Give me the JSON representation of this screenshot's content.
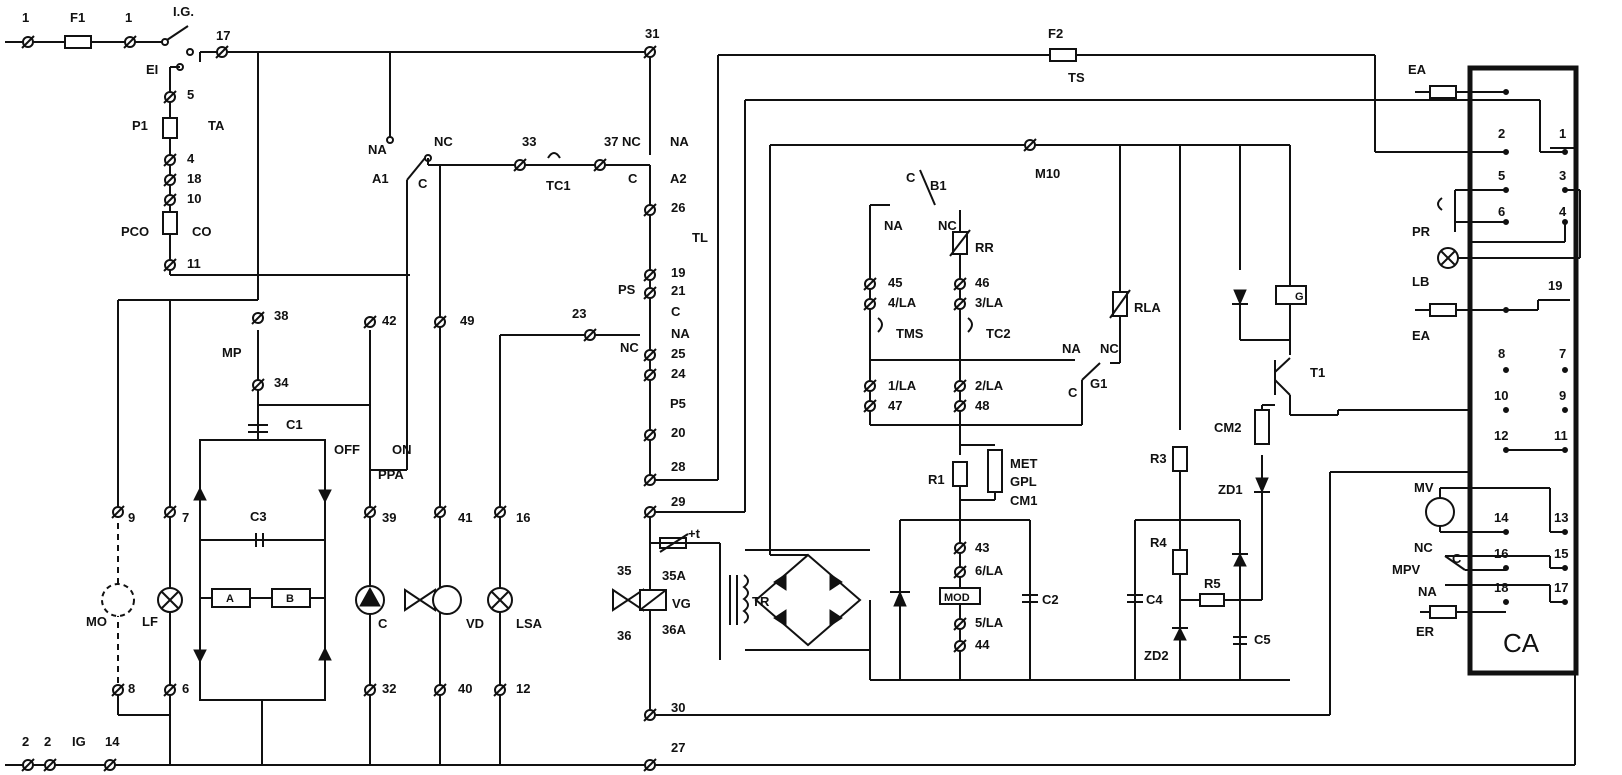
{
  "terminals": {
    "t1a": "1",
    "t1b": "1",
    "t17": "17",
    "t31": "31",
    "t5": "5",
    "t4": "4",
    "t18": "18",
    "t10": "10",
    "t11": "11",
    "t38": "38",
    "t34": "34",
    "t42": "42",
    "t49": "49",
    "t33": "33",
    "t37": "37",
    "t26": "26",
    "t19": "19",
    "t21": "21",
    "t23": "23",
    "t25": "25",
    "t24": "24",
    "t20": "20",
    "t28": "28",
    "t29": "29",
    "t30": "30",
    "t27": "27",
    "t9": "9",
    "t7": "7",
    "t8": "8",
    "t6": "6",
    "t39": "39",
    "t41": "41",
    "t16": "16",
    "t32": "32",
    "t40": "40",
    "t12": "12",
    "t35": "35",
    "t36": "36",
    "t35a": "35A",
    "t36a": "36A",
    "t45": "45",
    "t46": "46",
    "t4la": "4/LA",
    "t3la": "3/LA",
    "t1la": "1/LA",
    "t2la": "2/LA",
    "t47": "47",
    "t48": "48",
    "t43": "43",
    "t6la": "6/LA",
    "t5la": "5/LA",
    "t44": "44",
    "t2a": "2",
    "t2b": "2",
    "t14": "14"
  },
  "components": {
    "F1": "F1",
    "F2": "F2",
    "IG_top": "I.G.",
    "EI": "EI",
    "P1": "P1",
    "TA": "TA",
    "PCO": "PCO",
    "CO": "CO",
    "NA_A1": "NA",
    "NC_A1": "NC",
    "A1": "A1",
    "C_A1": "C",
    "TC1": "TC1",
    "NC_A2": "NC",
    "NA_A2": "NA",
    "C_A2": "C",
    "A2": "A2",
    "TL": "TL",
    "PS": "PS",
    "C_PS": "C",
    "NA_PS": "NA",
    "NC_PS": "NC",
    "P5": "P5",
    "MP": "MP",
    "C1": "C1",
    "C3": "C3",
    "A": "A",
    "B": "B",
    "OFF": "OFF",
    "ON": "ON",
    "PPA": "PPA",
    "MO": "MO",
    "LF": "LF",
    "C": "C",
    "VD": "VD",
    "LSA": "LSA",
    "VG": "VG",
    "TR": "TR",
    "plus_t": "+t",
    "TS": "TS",
    "M10": "M10",
    "C_B1": "C",
    "B1": "B1",
    "NA_B1": "NA",
    "NC_B1": "NC",
    "RR": "RR",
    "TMS": "TMS",
    "TC2": "TC2",
    "NA_G1": "NA",
    "NC_G1": "NC",
    "C_G1": "C",
    "G1": "G1",
    "RLA": "RLA",
    "MET": "MET",
    "GPL": "GPL",
    "CM1": "CM1",
    "R1": "R1",
    "MOD": "MOD",
    "C2": "C2",
    "R3": "R3",
    "R4": "R4",
    "R5": "R5",
    "C4": "C4",
    "C5": "C5",
    "ZD1": "ZD1",
    "ZD2": "ZD2",
    "CM2": "CM2",
    "T1": "T1",
    "G": "G",
    "IG_bottom": "IG"
  },
  "panel": {
    "name": "CA",
    "pins": [
      "2",
      "1",
      "5",
      "3",
      "6",
      "4",
      "19",
      "8",
      "7",
      "10",
      "9",
      "12",
      "11",
      "14",
      "13",
      "16",
      "15",
      "18",
      "17"
    ],
    "side": {
      "EA_top": "EA",
      "PR": "PR",
      "LB": "LB",
      "EA_mid": "EA",
      "MV": "MV",
      "NC": "NC",
      "C": "C",
      "MPV": "MPV",
      "NA": "NA",
      "ER": "ER"
    }
  }
}
